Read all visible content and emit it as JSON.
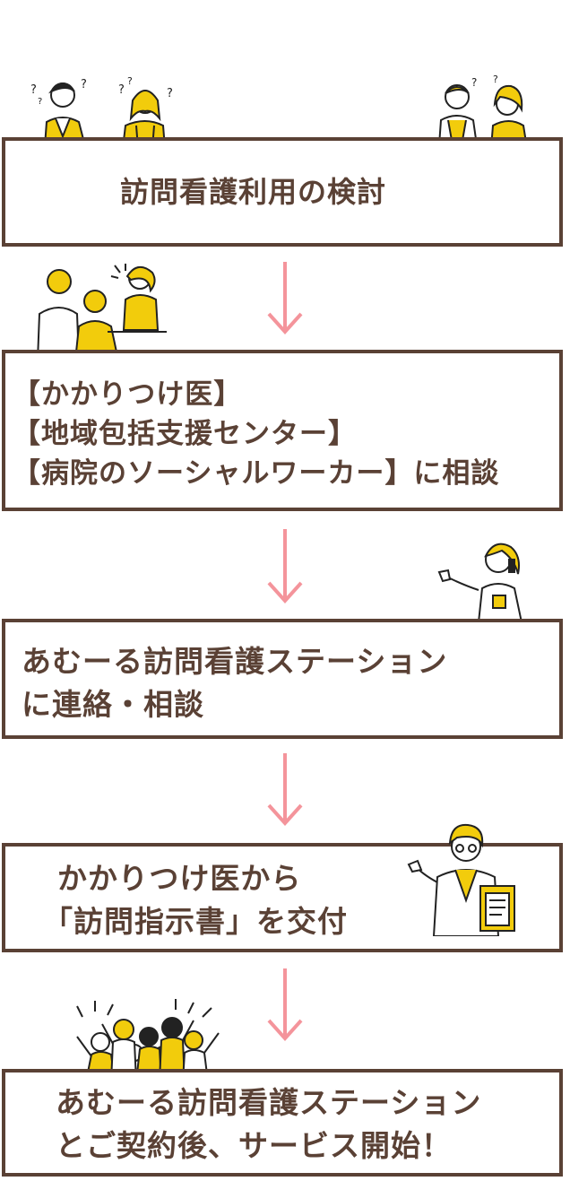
{
  "steps": [
    {
      "lines": [
        "訪問看護利用の検討"
      ]
    },
    {
      "lines": [
        "【かかりつけ医】",
        "【地域包括支援センター】",
        "【病院のソーシャルワーカー】に相談"
      ]
    },
    {
      "lines": [
        "あむーる訪問看護ステーション",
        "に連絡・相談"
      ]
    },
    {
      "lines": [
        "かかりつけ医から",
        "「訪問指示書」を交付"
      ]
    },
    {
      "lines": [
        "あむーる訪問看護ステーション",
        "とご契約後、サービス開始！"
      ]
    }
  ],
  "colors": {
    "border": "#5a4135",
    "text": "#5a4135",
    "arrow": "#f4949b",
    "accent": "#f2cc0c"
  },
  "icons": [
    "confused-people-illustration",
    "consultation-illustration",
    "phone-nurse-illustration",
    "doctor-clipboard-illustration",
    "cheering-group-illustration"
  ]
}
